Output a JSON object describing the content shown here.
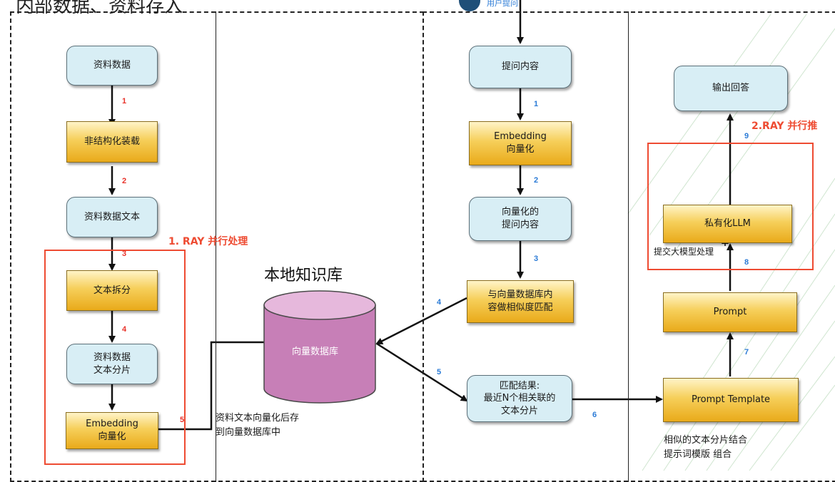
{
  "header": {
    "title_partial": "内部数据、资料存入",
    "user_label": "用户提问"
  },
  "left_flow": {
    "nodes": [
      "资料数据",
      "非结构化装载",
      "资料数据文本",
      "文本拆分",
      "资料数据\n文本分片",
      "Embedding\n向量化"
    ],
    "steps": [
      "1",
      "2",
      "3",
      "4",
      "5"
    ],
    "ray_label": "1. RAY 并行处理"
  },
  "knowledge_base": {
    "title": "本地知识库",
    "db_label": "向量数据库",
    "caption": "资料文本向量化后存\n到向量数据库中"
  },
  "query_flow": {
    "nodes": [
      "提问内容",
      "Embedding\n向量化",
      "向量化的\n提问内容",
      "与向量数据库内\n容做相似度匹配",
      "匹配结果:\n最近N个相关联的\n文本分片"
    ],
    "steps": [
      "1",
      "2",
      "3",
      "4",
      "5",
      "6"
    ]
  },
  "answer_flow": {
    "nodes": [
      "输出回答",
      "私有化LLM",
      "Prompt",
      "Prompt Template"
    ],
    "steps": [
      "7",
      "8",
      "9"
    ],
    "ray_label": "2.RAY 并行推",
    "submit_label": "提交大模型处理",
    "caption": "相似的文本分片结合\n提示词模版 组合"
  },
  "colors": {
    "accent_red": "#ee4b32",
    "step_blue": "#2b7bd6",
    "step_red": "#e8322a",
    "db_fill": "#c77fb7"
  }
}
